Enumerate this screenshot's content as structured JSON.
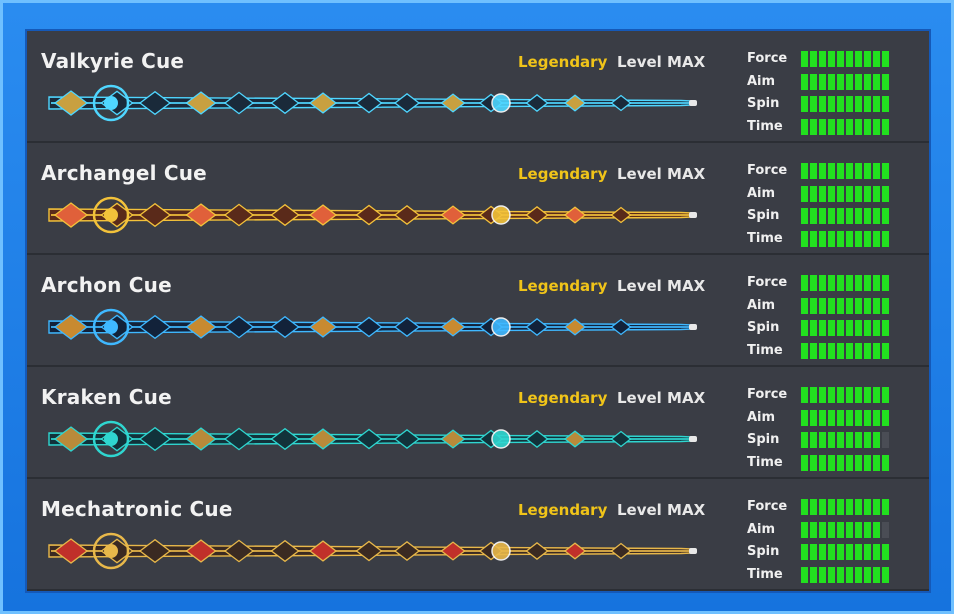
{
  "cues": [
    {
      "name": "Valkyrie Cue",
      "rarity": "Legendary",
      "level": "Level MAX",
      "theme": {
        "main": "#4fd6ff",
        "accent": "#c8a040",
        "dark": "#1a2a3a"
      },
      "stats": [
        {
          "label": "Force",
          "value": 10
        },
        {
          "label": "Aim",
          "value": 10
        },
        {
          "label": "Spin",
          "value": 10
        },
        {
          "label": "Time",
          "value": 10
        }
      ]
    },
    {
      "name": "Archangel Cue",
      "rarity": "Legendary",
      "level": "Level MAX",
      "theme": {
        "main": "#f3c23a",
        "accent": "#e0603a",
        "dark": "#5a2a1a"
      },
      "stats": [
        {
          "label": "Force",
          "value": 10
        },
        {
          "label": "Aim",
          "value": 10
        },
        {
          "label": "Spin",
          "value": 10
        },
        {
          "label": "Time",
          "value": 10
        }
      ]
    },
    {
      "name": "Archon Cue",
      "rarity": "Legendary",
      "level": "Level MAX",
      "theme": {
        "main": "#3fb8ff",
        "accent": "#c88a30",
        "dark": "#12223a"
      },
      "stats": [
        {
          "label": "Force",
          "value": 10
        },
        {
          "label": "Aim",
          "value": 10
        },
        {
          "label": "Spin",
          "value": 10
        },
        {
          "label": "Time",
          "value": 10
        }
      ]
    },
    {
      "name": "Kraken Cue",
      "rarity": "Legendary",
      "level": "Level MAX",
      "theme": {
        "main": "#2fd6d0",
        "accent": "#b98a3a",
        "dark": "#12323a"
      },
      "stats": [
        {
          "label": "Force",
          "value": 10
        },
        {
          "label": "Aim",
          "value": 10
        },
        {
          "label": "Spin",
          "value": 9
        },
        {
          "label": "Time",
          "value": 10
        }
      ]
    },
    {
      "name": "Mechatronic Cue",
      "rarity": "Legendary",
      "level": "Level MAX",
      "theme": {
        "main": "#e8b84a",
        "accent": "#c0302a",
        "dark": "#3a2a22"
      },
      "stats": [
        {
          "label": "Force",
          "value": 10
        },
        {
          "label": "Aim",
          "value": 9
        },
        {
          "label": "Spin",
          "value": 10
        },
        {
          "label": "Time",
          "value": 10
        }
      ]
    }
  ],
  "stat_max": 10,
  "colors": {
    "stat_on": "#22e01f",
    "stat_off": "#4a4d55",
    "rarity": "#f0c419"
  }
}
